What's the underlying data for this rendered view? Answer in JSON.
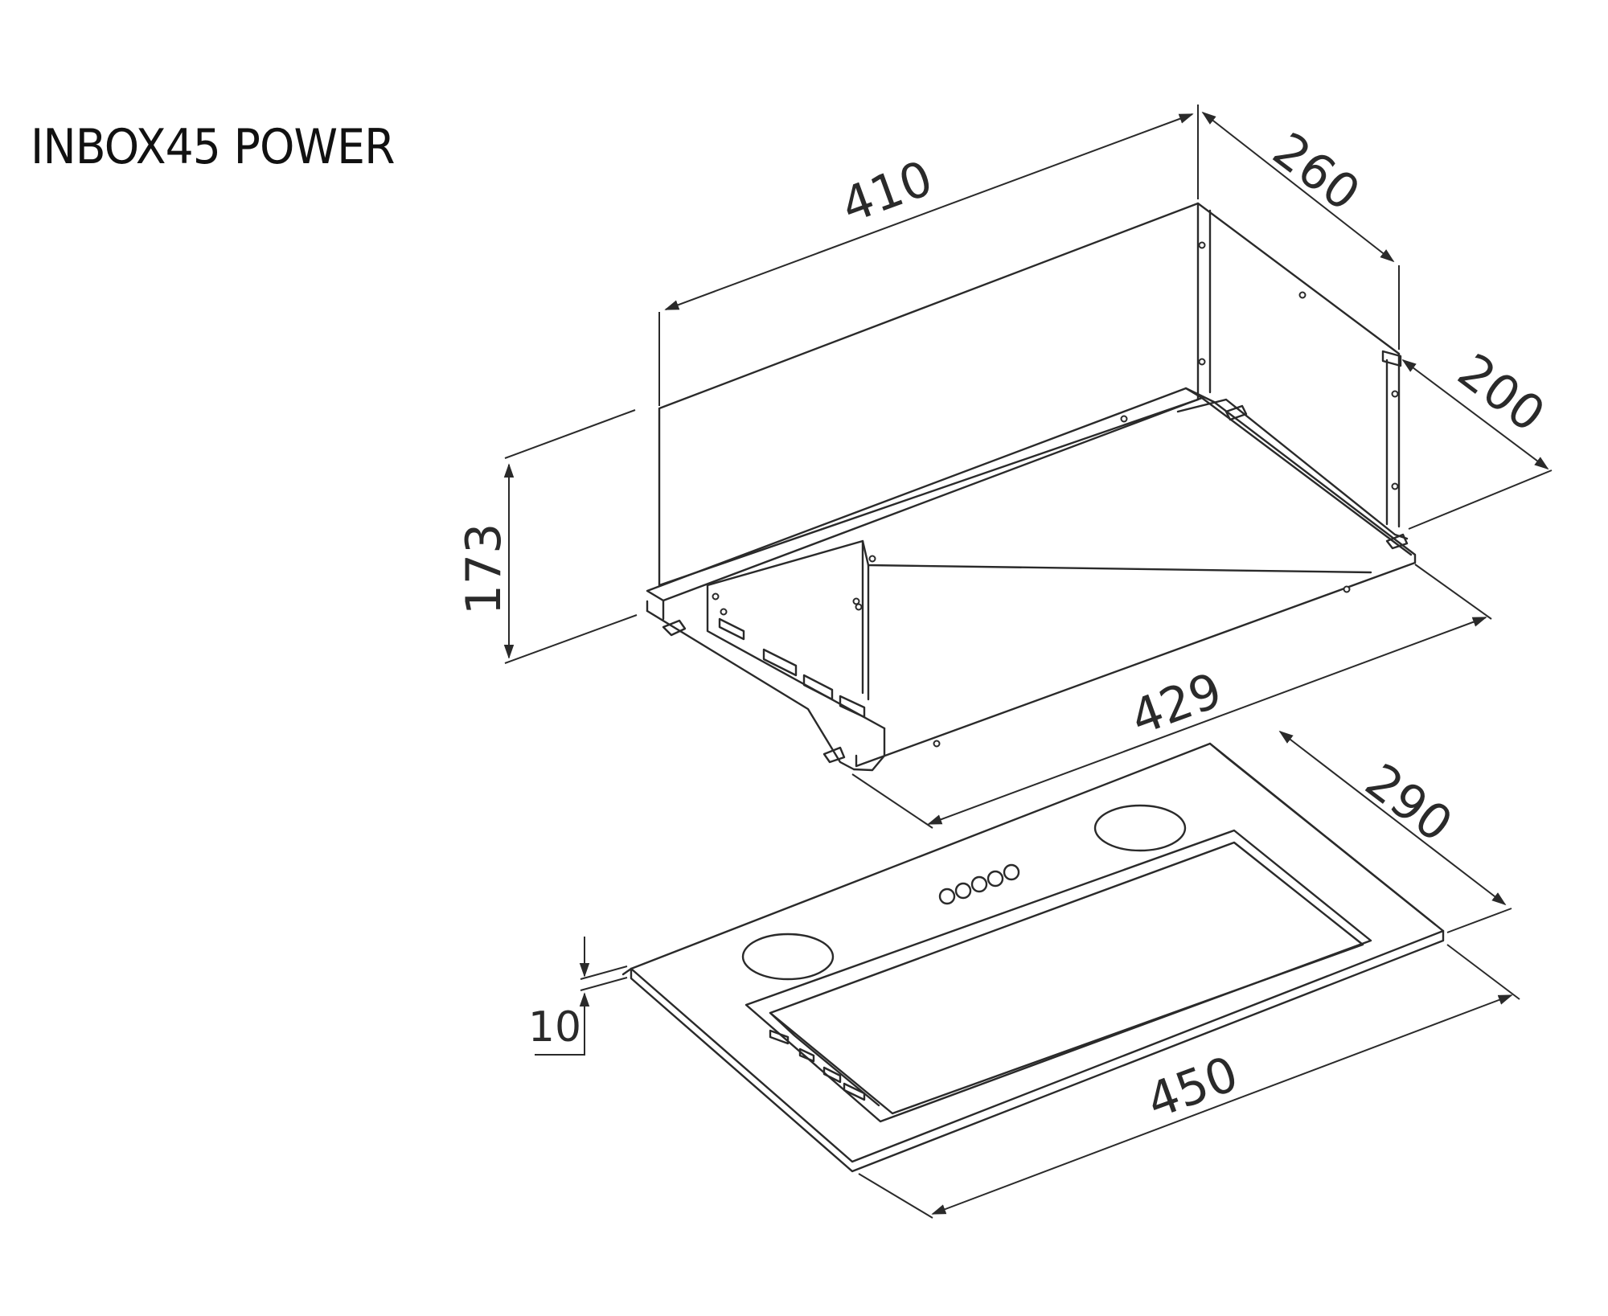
{
  "title": "INBOX45 POWER",
  "colors": {
    "line": "#2a2a2a",
    "background": "#ffffff"
  },
  "dimensions": {
    "top_length": "410",
    "top_depth": "260",
    "rear_depth": "200",
    "height": "173",
    "body_length": "429",
    "panel_depth": "290",
    "panel_thickness": "10",
    "panel_length": "450"
  }
}
